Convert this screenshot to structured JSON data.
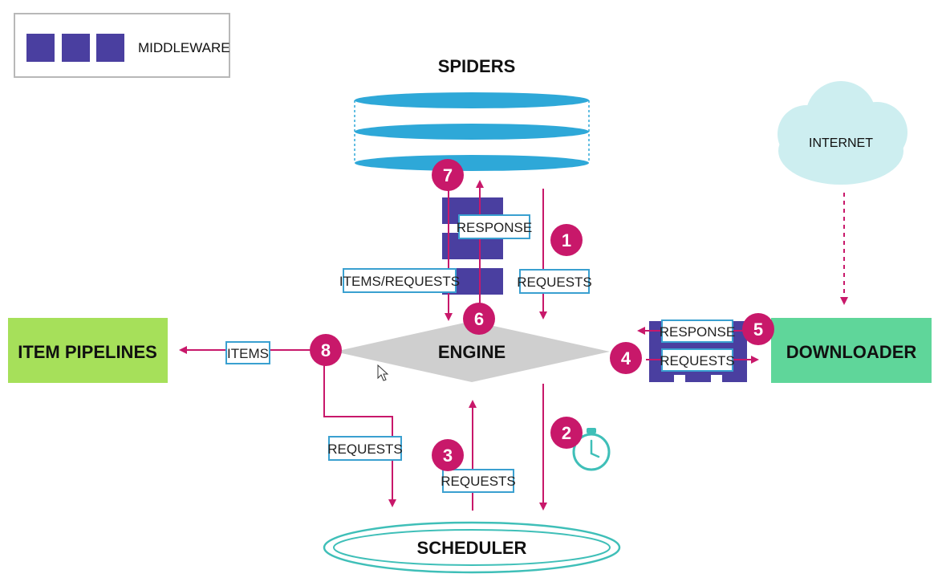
{
  "legend": {
    "label": "MIDDLEWARE",
    "color": "#4a3fa0"
  },
  "components": {
    "spiders": "SPIDERS",
    "engine": "ENGINE",
    "scheduler": "SCHEDULER",
    "item_pipelines": "ITEM PIPELINES",
    "downloader": "DOWNLOADER",
    "internet": "INTERNET"
  },
  "flow_labels": {
    "response_top": "RESPONSE",
    "items_requests": "ITEMS/REQUESTS",
    "requests_spider": "REQUESTS",
    "response_downloader": "RESPONSE",
    "requests_downloader": "REQUESTS",
    "items": "ITEMS",
    "requests_left": "REQUESTS",
    "requests_scheduler": "REQUESTS"
  },
  "steps": [
    "1",
    "2",
    "3",
    "4",
    "5",
    "6",
    "7",
    "8"
  ],
  "colors": {
    "middleware": "#4a3fa0",
    "arrow": "#c8186a",
    "step_badge": "#c8186a",
    "spider_disc": "#2ea8d8",
    "engine": "#cfcfcf",
    "item_pipelines": "#a6e05a",
    "downloader": "#5fd69a",
    "internet_cloud": "#cdeef0",
    "scheduler_ring": "#3fbfb8",
    "label_border": "#3aa0d0"
  }
}
